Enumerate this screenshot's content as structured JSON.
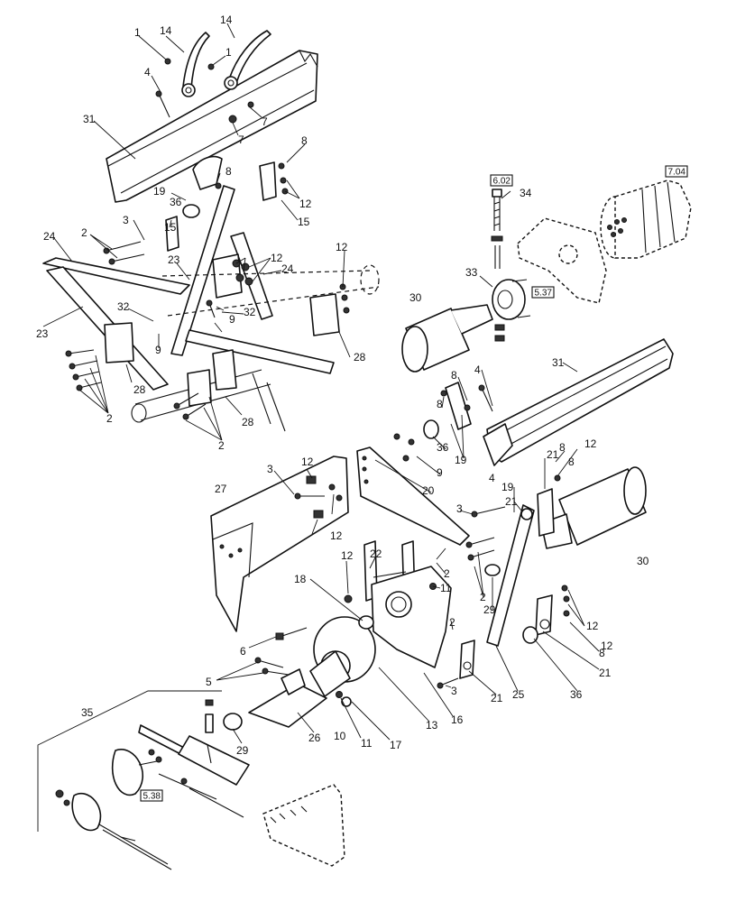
{
  "diagram": {
    "callouts": {
      "c1a": "1",
      "c1b": "1",
      "c14a": "14",
      "c14b": "14",
      "c4a": "4",
      "c4b": "4",
      "c4c": "4",
      "c7a": "7",
      "c7b": "7",
      "c31a": "31",
      "c31b": "31",
      "c8a": "8",
      "c8b": "8",
      "c8c": "8",
      "c8d": "8",
      "c8e": "8",
      "c8f": "8",
      "c8g": "8",
      "c19a": "19",
      "c19b": "19",
      "c19c": "19",
      "c36a": "36",
      "c36b": "36",
      "c36c": "36",
      "c12a": "12",
      "c12b": "12",
      "c12c": "12",
      "c12d": "12",
      "c12e": "12",
      "c12f": "12",
      "c12g": "12",
      "c12h": "12",
      "c12i": "12",
      "c15a": "15",
      "c15b": "15",
      "c3a": "3",
      "c3b": "3",
      "c3c": "3",
      "c3d": "3",
      "c2a": "2",
      "c2b": "2",
      "c2c": "2",
      "c2d": "2",
      "c2e": "2",
      "c2f": "2",
      "c24a": "24",
      "c24b": "24",
      "c23a": "23",
      "c23b": "23",
      "c32a": "32",
      "c32b": "32",
      "c9a": "9",
      "c9b": "9",
      "c9c": "9",
      "c28a": "28",
      "c28b": "28",
      "c28c": "28",
      "c30a": "30",
      "c30b": "30",
      "c33": "33",
      "c34": "34",
      "c20": "20",
      "c21a": "21",
      "c21b": "21",
      "c21c": "21",
      "c21d": "21",
      "c27": "27",
      "c22": "22",
      "c18": "18",
      "c11a": "11",
      "c11b": "11",
      "c29a": "29",
      "c29b": "29",
      "c6": "6",
      "c5": "5",
      "c10": "10",
      "c17": "17",
      "c13": "13",
      "c16": "16",
      "c25": "25",
      "c26": "26",
      "c35": "35"
    },
    "refs": {
      "r602": "6.02",
      "r704": "7.04",
      "r537": "5.37",
      "r538": "5.38"
    }
  }
}
